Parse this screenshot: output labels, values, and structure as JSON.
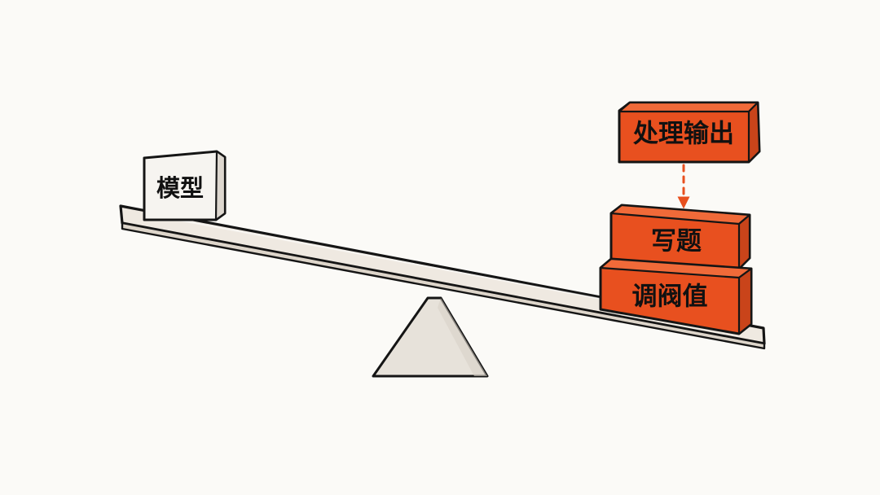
{
  "diagram": {
    "model_block": {
      "label": "模型"
    },
    "output_block": {
      "label": "处理输出"
    },
    "writing_block": {
      "label": "写题"
    },
    "tuning_block": {
      "label": "调阀值"
    },
    "colors": {
      "accent": "#e8501f",
      "outline": "#151515",
      "beam": "#efe9e1",
      "beam_shade": "#ddd5ca",
      "fulcrum": "#e7e2da",
      "block_light": "#f6f4f0"
    }
  }
}
